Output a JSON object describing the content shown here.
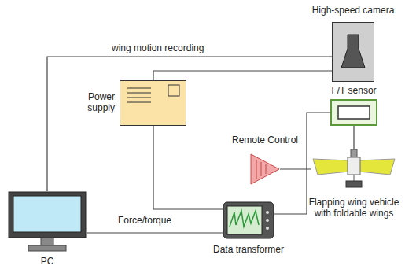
{
  "diagram": {
    "nodes": [
      {
        "text": [
          "High-speed camera"
        ]
      },
      {
        "text": [
          "Power supply"
        ]
      },
      {
        "text": [
          "F/T sensor"
        ]
      },
      {
        "text": [
          "Remote Control"
        ]
      },
      {
        "text": [
          "Flapping wing vehicle with foldable wings"
        ]
      },
      {
        "text": [
          "Data transformer"
        ]
      },
      {
        "text": [
          "PC"
        ]
      }
    ],
    "edges": [
      {
        "from": 6,
        "to": 0,
        "arrow": "none",
        "label": "wing motion recording"
      },
      {
        "from": 1,
        "to": 0,
        "arrow": "none"
      },
      {
        "from": 1,
        "to": 5,
        "arrow": "none"
      },
      {
        "from": 6,
        "to": 5,
        "arrow": "none",
        "label": "Force/torque"
      },
      {
        "from": 5,
        "to": 2,
        "arrow": "none"
      },
      {
        "from": 3,
        "to": 4,
        "arrow": "none"
      },
      {
        "from": 2,
        "to": 4,
        "arrow": "none"
      }
    ]
  }
}
